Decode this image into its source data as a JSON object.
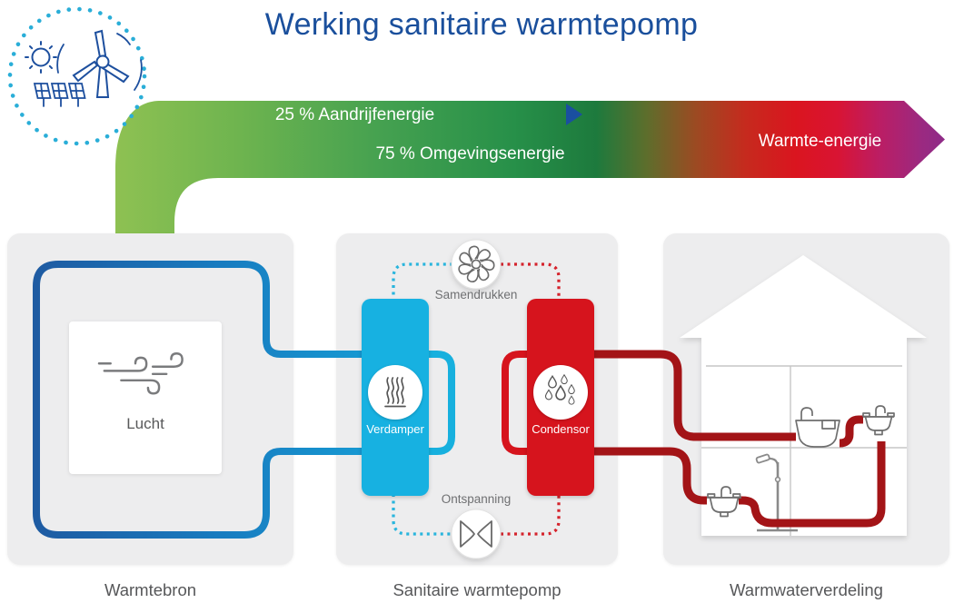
{
  "title": "Werking sanitaire warmtepomp",
  "energy_arrow": {
    "drive_label": "25 % Aandrijfenergie",
    "ambient_label": "75 % Omgevingsenergie",
    "heat_label": "Warmte-energie"
  },
  "source_panel": {
    "caption": "Warmtebron",
    "air_label": "Lucht"
  },
  "heatpump_panel": {
    "caption": "Sanitaire warmtepomp",
    "compression_label": "Samendrukken",
    "expansion_label": "Ontspanning",
    "evaporator_label": "Verdamper",
    "condenser_label": "Condensor"
  },
  "distribution_panel": {
    "caption": "Warmwaterverdeling"
  },
  "icons": {
    "badge": [
      "sun-icon",
      "wind-turbine-icon",
      "solar-panels-icon"
    ],
    "compressor": "fan-icon",
    "expansion_valve": "valve-icon",
    "evaporator": "heat-waves-icon",
    "condenser": "droplets-icon",
    "air_source": "wind-icon",
    "fixtures": [
      "bathtub-icon",
      "sink-icon",
      "shower-icon"
    ]
  },
  "colors": {
    "title_blue": "#1a4f9c",
    "badge_dot_cyan": "#2aaed8",
    "icon_blue": "#1d4f9e",
    "arrow_green": "#8ec152",
    "arrow_dark_green": "#1d7a3d",
    "arrow_red": "#da151f",
    "arrow_purple": "#8e2b88",
    "drive_triangle_blue": "#1a4fa0",
    "pipe_blue_dark": "#1e5ba2",
    "pipe_cyan": "#16aadd",
    "evaporator_cyan": "#17b1e1",
    "condenser_red": "#d6141d",
    "hot_water_pipe": "#a31417",
    "panel_gray": "#ededee",
    "label_gray": "#6f7072"
  }
}
